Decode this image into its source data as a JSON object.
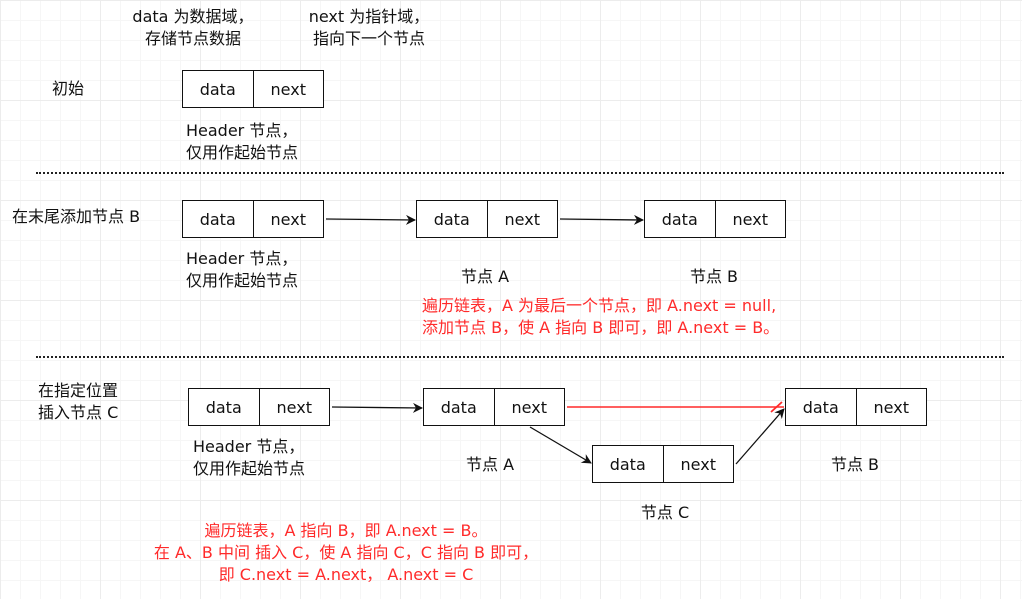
{
  "annotations": {
    "data_field": [
      "data 为数据域，",
      "存储节点数据"
    ],
    "next_field": [
      "next 为指针域，",
      "指向下一个节点"
    ]
  },
  "node_fields": {
    "data": "data",
    "next": "next"
  },
  "sections": {
    "initial": {
      "label": "初始",
      "header_caption": [
        "Header 节点，",
        "仅用作起始节点"
      ]
    },
    "append": {
      "label": "在末尾添加节点 B",
      "header_caption": [
        "Header 节点，",
        "仅用作起始节点"
      ],
      "node_a_label": "节点 A",
      "node_b_label": "节点 B",
      "note": [
        "遍历链表，A 为最后一个节点，即 A.next = null,",
        "添加节点 B，使 A 指向 B 即可，即 A.next = B。"
      ]
    },
    "insert": {
      "label": [
        "在指定位置",
        "插入节点 C"
      ],
      "header_caption": [
        "Header 节点，",
        "仅用作起始节点"
      ],
      "node_a_label": "节点 A",
      "node_b_label": "节点 B",
      "node_c_label": "节点 C",
      "note": [
        "遍历链表，A 指向 B，即 A.next = B。",
        "在 A、B 中间 插入 C，使 A 指向 C，C 指向 B 即可，",
        "即 C.next = A.next， A.next = C"
      ]
    }
  },
  "colors": {
    "note": "#ff2a2a",
    "removed_link": "#ff2a2a",
    "stroke": "#111111"
  }
}
